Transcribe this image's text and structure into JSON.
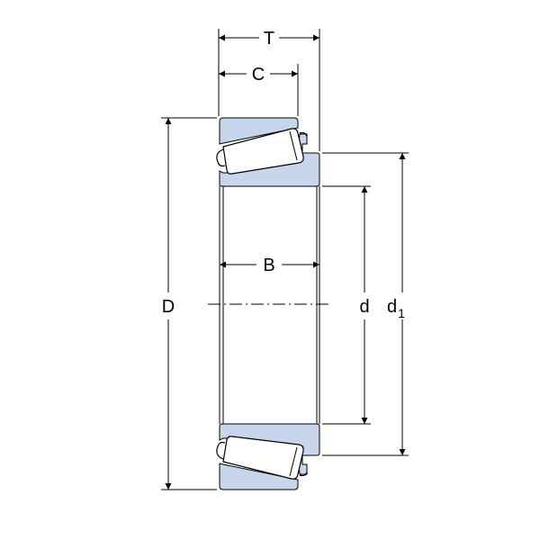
{
  "colors": {
    "steel": "#c8d6ec",
    "line": "#000000",
    "background": "#ffffff"
  },
  "labels": {
    "T": "T",
    "C": "C",
    "B": "B",
    "D": "D",
    "d": "d",
    "d1_main": "d",
    "d1_sub": "1"
  }
}
